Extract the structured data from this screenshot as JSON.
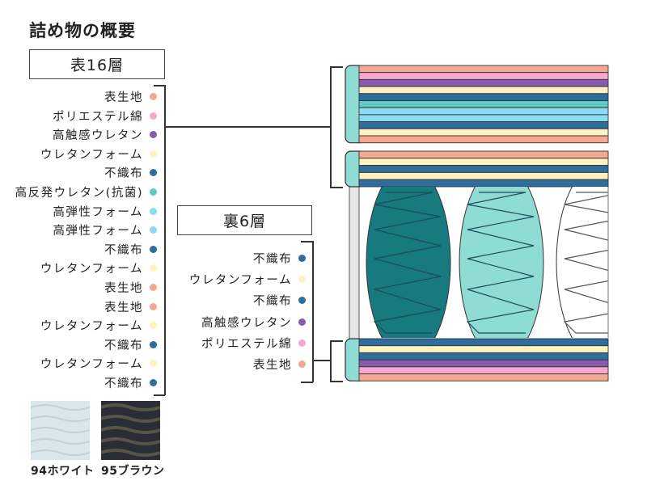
{
  "title": "詰め物の概要",
  "top_section": {
    "label": "表16層",
    "items": [
      {
        "name": "表生地",
        "color": "#F4A791"
      },
      {
        "name": "ポリエステル綿",
        "color": "#F6A8CF"
      },
      {
        "name": "高触感ウレタン",
        "color": "#8A5AB0"
      },
      {
        "name": "ウレタンフォーム",
        "color": "#FDF2C0"
      },
      {
        "name": "不織布",
        "color": "#2D6E9E"
      },
      {
        "name": "高反発ウレタン(抗菌)",
        "color": "#5ECBC9"
      },
      {
        "name": "高弾性フォーム",
        "color": "#8ADCF4"
      },
      {
        "name": "高弾性フォーム",
        "color": "#8ADCF4"
      },
      {
        "name": "不織布",
        "color": "#2D6E9E"
      },
      {
        "name": "ウレタンフォーム",
        "color": "#FDF2C0"
      },
      {
        "name": "表生地",
        "color": "#F4A791"
      },
      {
        "name": "表生地",
        "color": "#F4A791"
      },
      {
        "name": "ウレタンフォーム",
        "color": "#FDF2C0"
      },
      {
        "name": "不織布",
        "color": "#2D6E9E"
      },
      {
        "name": "ウレタンフォーム",
        "color": "#FDF2C0"
      },
      {
        "name": "不織布",
        "color": "#2D6E9E"
      }
    ]
  },
  "bottom_section": {
    "label": "裏6層",
    "items": [
      {
        "name": "不織布",
        "color": "#2D6E9E"
      },
      {
        "name": "ウレタンフォーム",
        "color": "#FDF2C0"
      },
      {
        "name": "不織布",
        "color": "#2D6E9E"
      },
      {
        "name": "高触感ウレタン",
        "color": "#8A5AB0"
      },
      {
        "name": "ポリエステル綿",
        "color": "#F6A8CF"
      },
      {
        "name": "表生地",
        "color": "#F4A791"
      }
    ]
  },
  "diagram": {
    "cap_color": "#8FDCD4",
    "upper_block_bands": [
      "#F4A791",
      "#F6A8CF",
      "#8A5AB0",
      "#FDF2C0",
      "#2D6E9E",
      "#5ECBC9",
      "#8ADCF4",
      "#8ADCF4",
      "#2D6E9E",
      "#FDF2C0",
      "#F4A791"
    ],
    "lower_top_block_bands": [
      "#F4A791",
      "#FDF2C0",
      "#2D6E9E",
      "#FDF2C0",
      "#2D6E9E"
    ],
    "bottom_block_bands": [
      "#2D6E9E",
      "#FDF2C0",
      "#2D6E9E",
      "#8A5AB0",
      "#F6A8CF",
      "#F4A791"
    ],
    "springs": [
      {
        "fill": "#167A7E"
      },
      {
        "fill": "#8FDCD4"
      },
      {
        "fill": "#FFFFFF"
      }
    ]
  },
  "swatches": [
    {
      "label": "94ホワイト",
      "color": "#D9E6EA"
    },
    {
      "label": "95ブラウン",
      "color": "#2A2D33"
    }
  ]
}
